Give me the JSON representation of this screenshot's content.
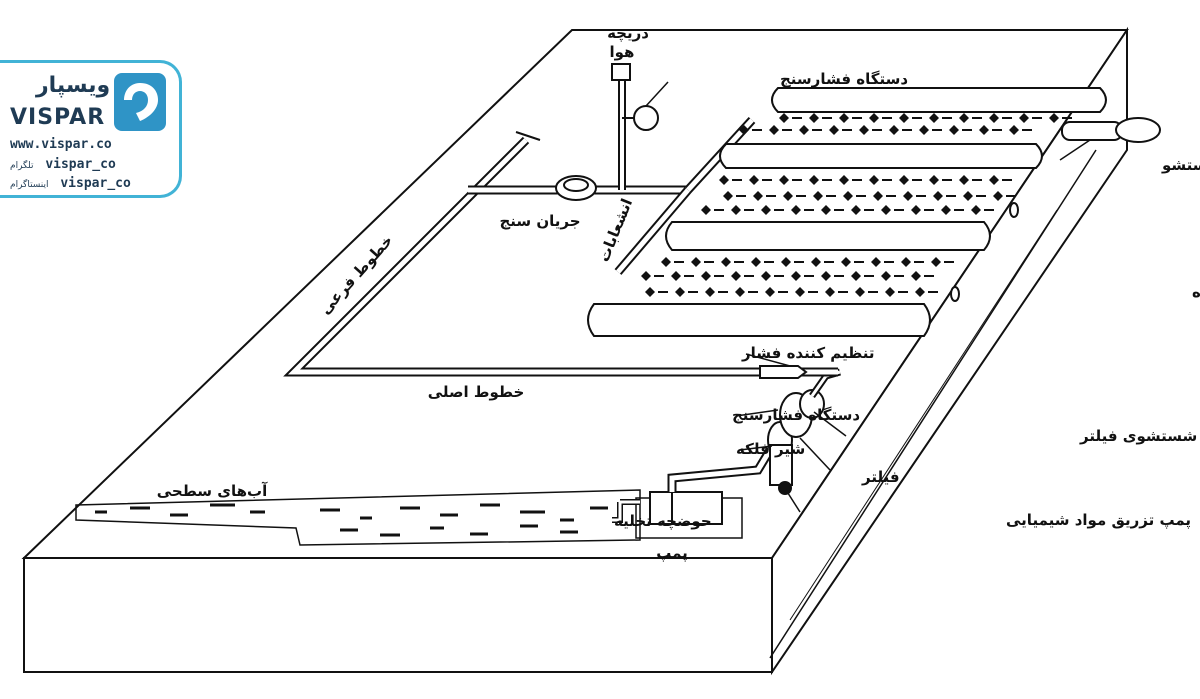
{
  "logo": {
    "name_fa": "ویسپار",
    "name_en": "VISPAR",
    "website": "www.vispar.co",
    "telegram_label": "تلگرام",
    "telegram_handle": "vispar_co",
    "instagram_label": "اینستاگرام",
    "instagram_handle": "vispar_co"
  },
  "labels": {
    "air_valve_line1": "دریچه",
    "air_valve_line2": "هوا",
    "pressure_gauge_top": "دستگاه فشارسنج",
    "flushing_nozzle": "نازل شستشو",
    "flow_meter": "جریان سنج",
    "laterals": "انشعابات",
    "sub_lines": "خطوط فرعی",
    "buried_pipes": "لوله ها و نوارهای دفن شده",
    "pressure_regulator": "تنظیم کننده فشار",
    "main_lines": "خطوط اصلی",
    "pressure_gauge_bottom": "دستگاه فشارسنج",
    "filter_backwash_valve": "شیر کنترل شستشوی فیلتر",
    "gate_valve": "شیر فلکه",
    "filter": "فیلتر",
    "surface_water": "آب‌های سطحی",
    "chemical_injection_pump": "پمپ تزریق مواد شیمیایی",
    "drain_basin": "حوضچه تخلیه",
    "pump": "پمپ"
  },
  "colors": {
    "line": "#111111",
    "brand_blue": "#2f94c6",
    "brand_border": "#41b3d6",
    "brand_text": "#1f3b54"
  }
}
